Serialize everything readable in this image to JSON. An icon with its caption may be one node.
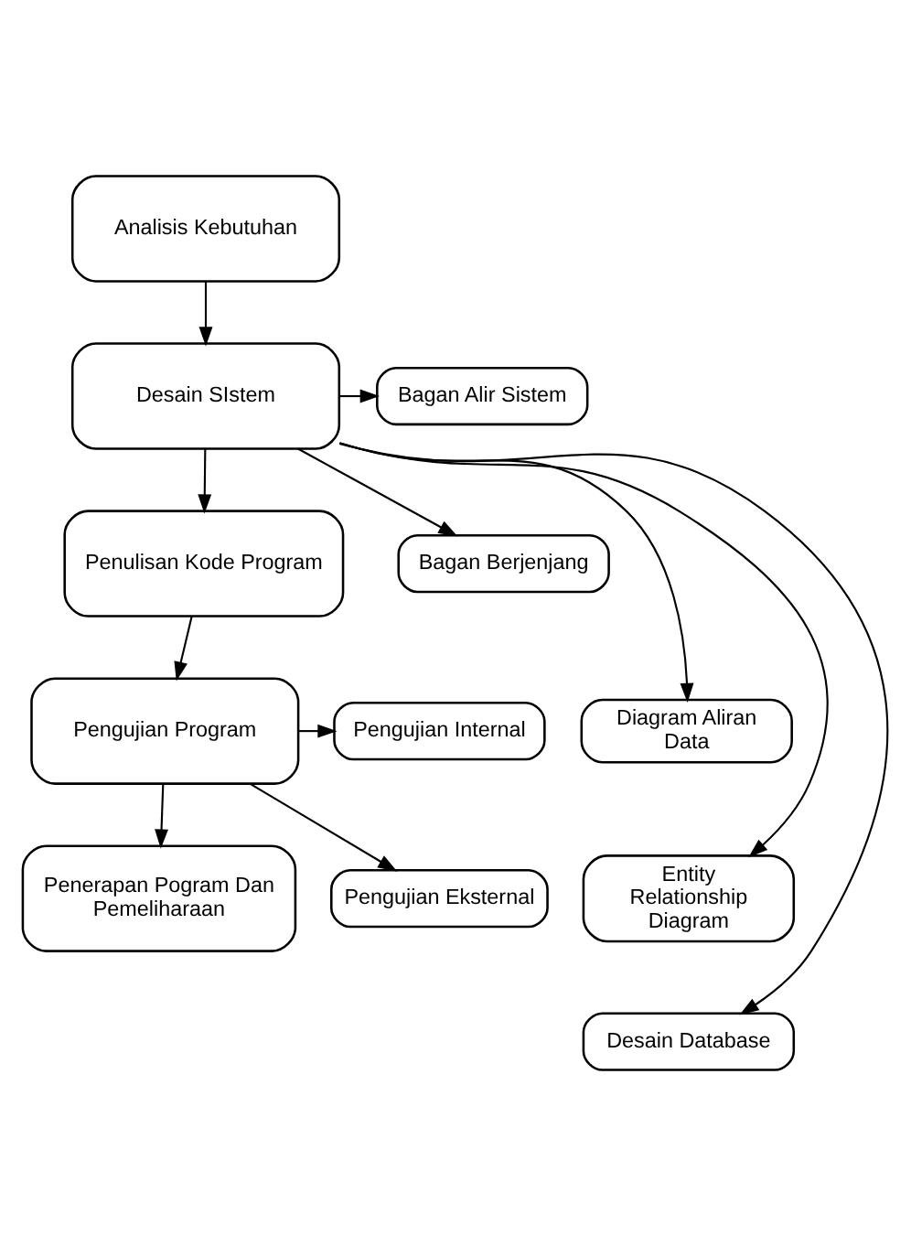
{
  "diagram": {
    "nodes": [
      {
        "text": [
          "Analisis Kebutuhan"
        ]
      },
      {
        "text": [
          "Desain SIstem"
        ]
      },
      {
        "text": [
          "Penulisan Kode Program"
        ]
      },
      {
        "text": [
          "Pengujian Program"
        ]
      },
      {
        "text": [
          "Penerapan Pogram Dan Pemeliharaan"
        ]
      },
      {
        "text": [
          "Bagan Alir Sistem"
        ]
      },
      {
        "text": [
          "Bagan Berjenjang"
        ]
      },
      {
        "text": [
          "Diagram Aliran Data"
        ]
      },
      {
        "text": [
          "Entity Relationship Diagram"
        ]
      },
      {
        "text": [
          "Desain Database"
        ]
      },
      {
        "text": [
          "Pengujian Internal"
        ]
      },
      {
        "text": [
          "Pengujian Eksternal"
        ]
      }
    ],
    "edges": [
      {
        "from": 0,
        "to": 1,
        "arrow": "to"
      },
      {
        "from": 1,
        "to": 5,
        "arrow": "to"
      },
      {
        "from": 1,
        "to": 6,
        "arrow": "to"
      },
      {
        "from": 1,
        "to": 7,
        "arrow": "to"
      },
      {
        "from": 1,
        "to": 8,
        "arrow": "to"
      },
      {
        "from": 1,
        "to": 9,
        "arrow": "to"
      },
      {
        "from": 1,
        "to": 2,
        "arrow": "to"
      },
      {
        "from": 2,
        "to": 3,
        "arrow": "to"
      },
      {
        "from": 3,
        "to": 10,
        "arrow": "to"
      },
      {
        "from": 3,
        "to": 11,
        "arrow": "to"
      },
      {
        "from": 3,
        "to": 4,
        "arrow": "to"
      }
    ]
  }
}
